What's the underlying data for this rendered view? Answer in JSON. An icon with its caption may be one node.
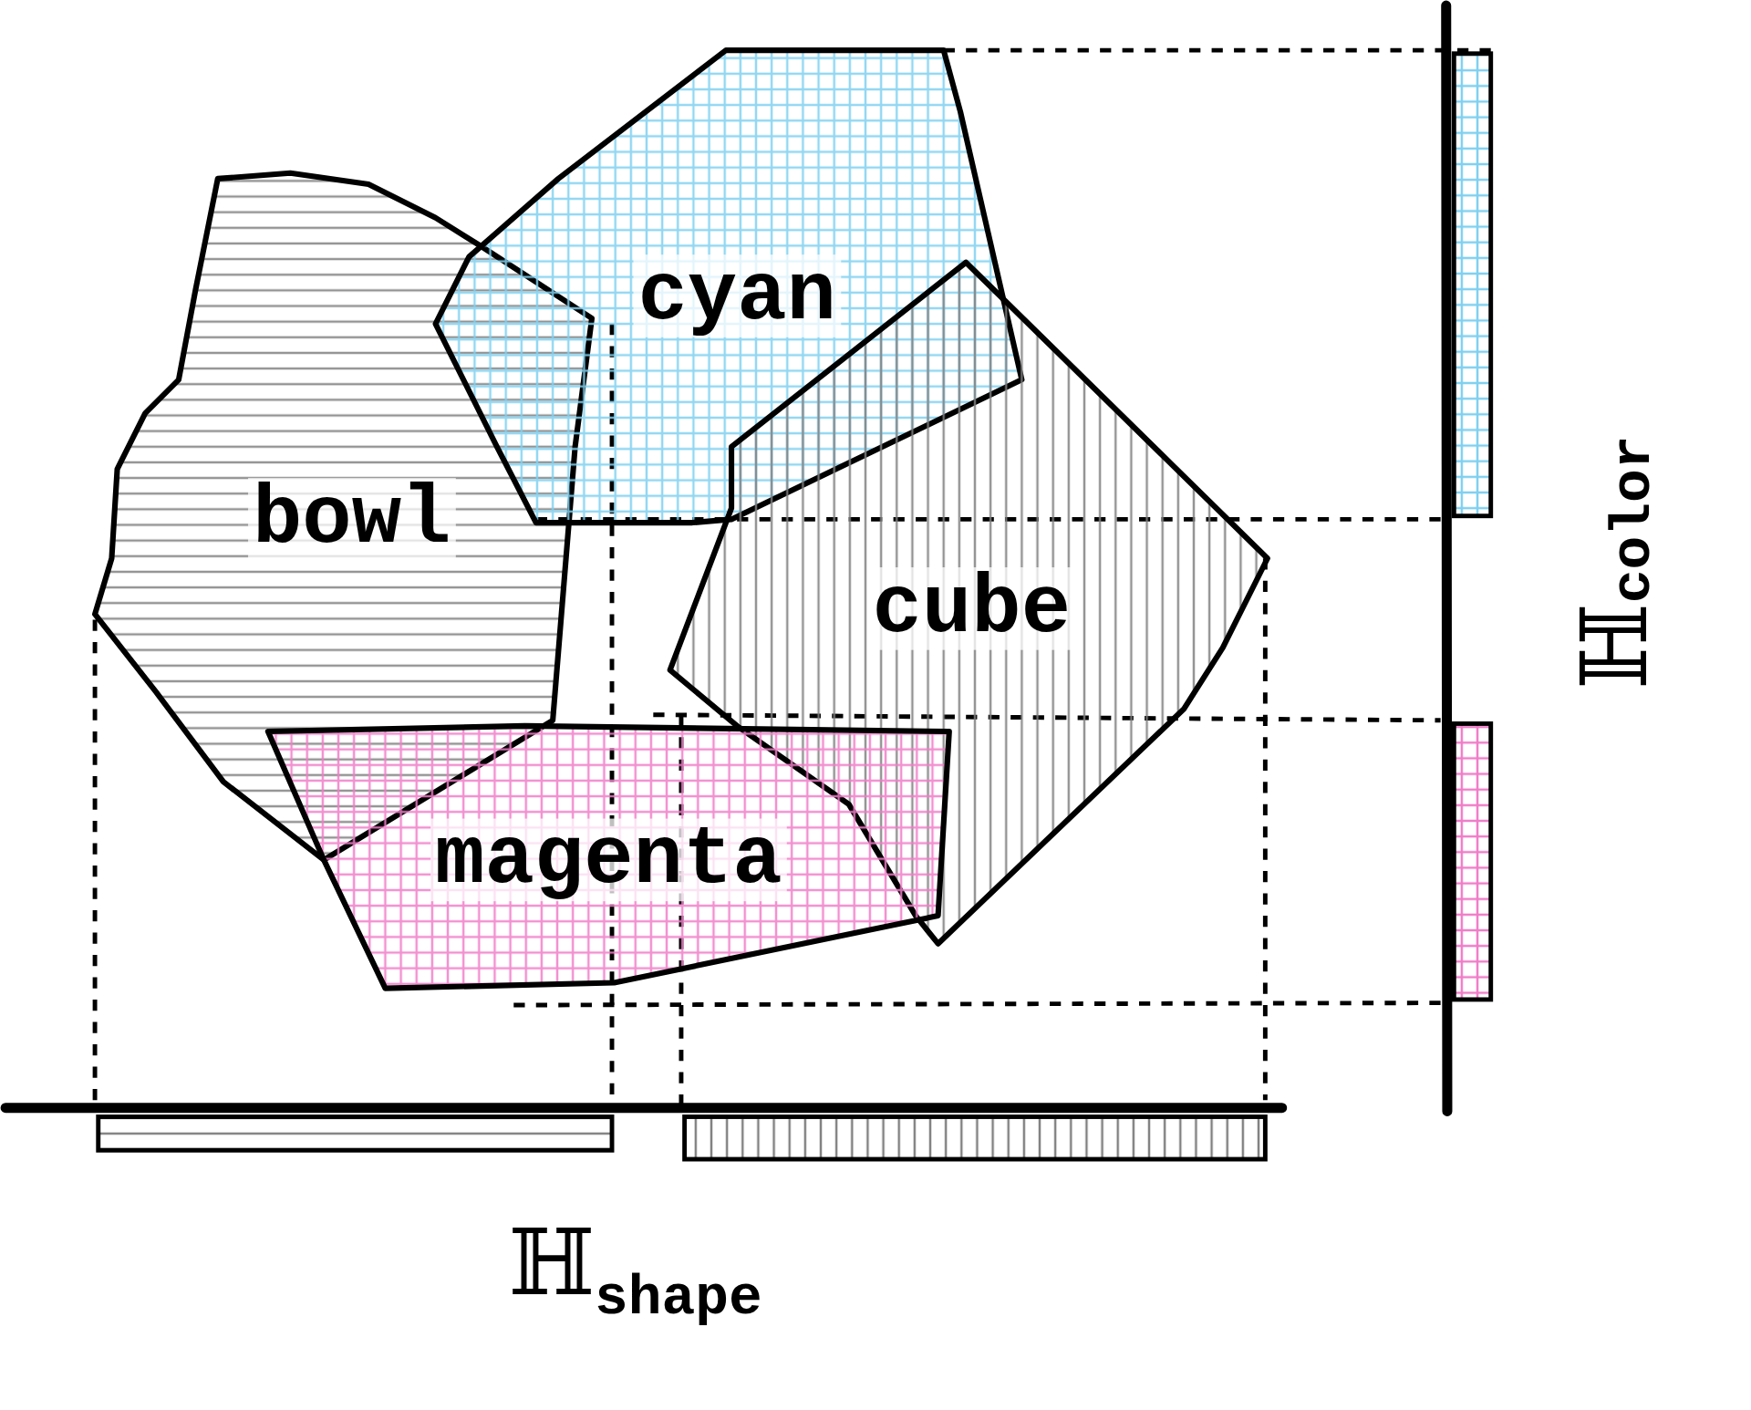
{
  "diagram": {
    "nodes": [
      {
        "text": [
          "bowl"
        ]
      },
      {
        "text": [
          "cyan"
        ]
      },
      {
        "text": [
          "cube"
        ]
      },
      {
        "text": [
          "magenta"
        ]
      }
    ],
    "labels": [
      "ℍ$_{shape}$",
      "ℍ$_{color}$"
    ]
  }
}
